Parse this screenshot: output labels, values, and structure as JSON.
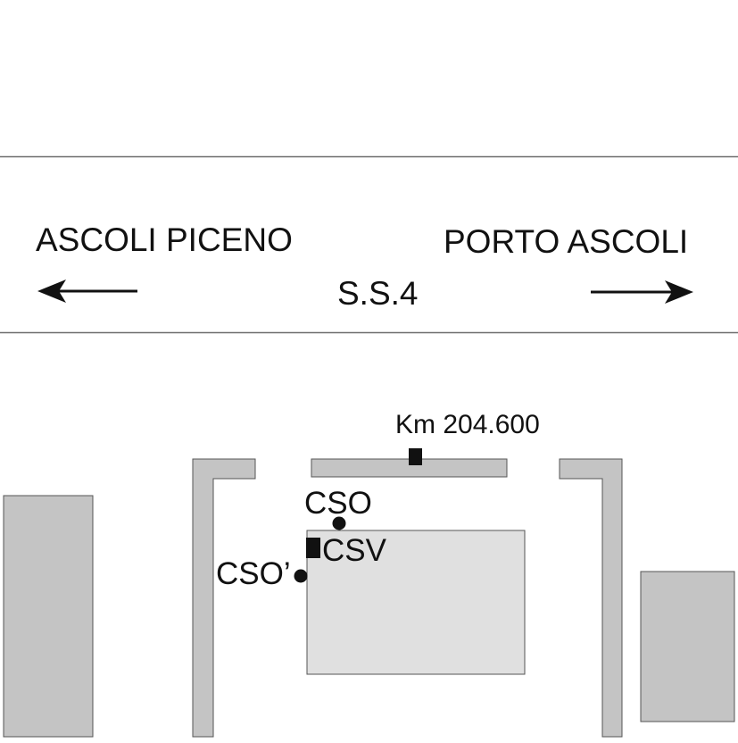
{
  "road": {
    "left_destination": "ASCOLI PICENO",
    "right_destination": "PORTO ASCOLI",
    "road_name": "S.S.4",
    "left_arrow_icon": "arrow-left-icon",
    "right_arrow_icon": "arrow-right-icon"
  },
  "markers": {
    "km_label": "Km 204.600",
    "cso_label": "CSO",
    "csv_label": "CSV",
    "cso_prime_label": "CSO’"
  },
  "colors": {
    "line": "#6e6e6e",
    "wall_fill": "#c4c4c4",
    "building_fill": "#c4c4c4",
    "central_building_fill": "#e0e0e0",
    "outline": "#555555",
    "marker": "#111111"
  }
}
